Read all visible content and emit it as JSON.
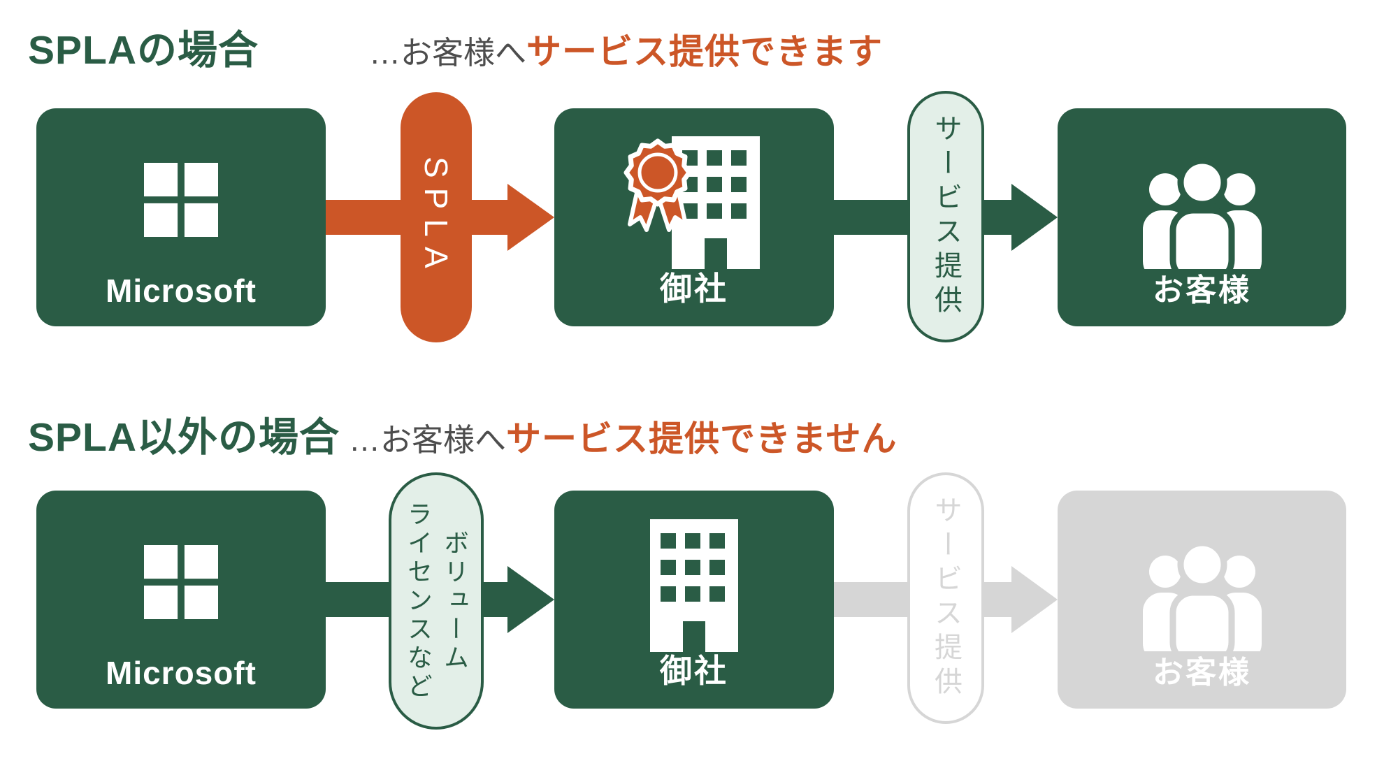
{
  "colors": {
    "brand_green": "#2A5C45",
    "accent_orange": "#CC5627",
    "pill_light_green": "#E3EFE8",
    "disabled_gray": "#D6D6D6",
    "subtitle_gray": "#4D4D4D"
  },
  "icons": {
    "microsoft": "windows-logo-icon",
    "company": "building-icon",
    "company_badge": "award-ribbon-icon",
    "customer": "people-group-icon"
  },
  "sections": [
    {
      "title": "SPLAの場合",
      "subtitle": {
        "prefix": "…お客様へ",
        "highlight": "サービス提供できます"
      },
      "flow": {
        "microsoft_label": "Microsoft",
        "license_pill": "SPLA",
        "company_label": "御社",
        "service_pill": "サービス提供",
        "customer_label": "お客様"
      }
    },
    {
      "title": "SPLA以外の場合",
      "subtitle": {
        "prefix": "…お客様へ",
        "highlight": "サービス提供できません"
      },
      "flow": {
        "microsoft_label": "Microsoft",
        "license_pill_line1": "ボリューム",
        "license_pill_line2": "ライセンスなど",
        "company_label": "御社",
        "service_pill": "サービス提供",
        "customer_label": "お客様"
      }
    }
  ]
}
